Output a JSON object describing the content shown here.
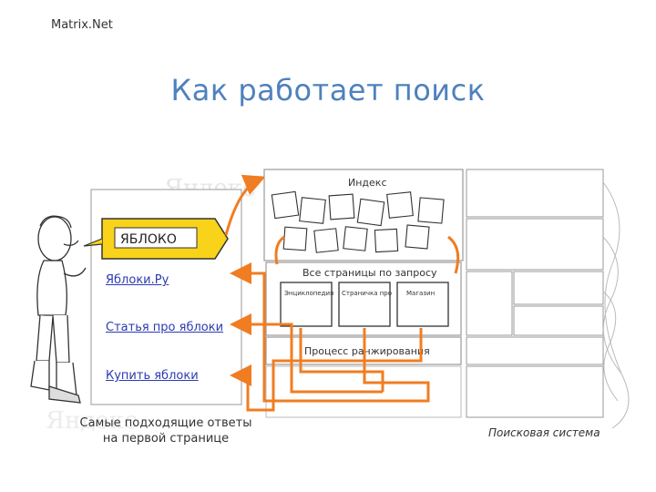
{
  "brand": "Matrix.Net",
  "title": "Как работает поиск",
  "query": "ЯБЛОКО",
  "results": [
    "Яблоки.Ру",
    "Статья про яблоки",
    "Купить яблоки"
  ],
  "results_caption_line1": "Самые подходящие ответы",
  "results_caption_line2": "на первой странице",
  "engine": {
    "index_label": "Индекс",
    "all_pages_label": "Все страницы по запросу",
    "ranking_label": "Процесс ранжирования",
    "system_label": "Поисковая система",
    "cards": [
      "Энциклопедия",
      "Страничка про",
      "Магазин"
    ]
  },
  "watermark": "Яндекс",
  "colors": {
    "title": "#4f81bd",
    "accent": "#f07d22",
    "highlight": "#f9d21a",
    "link": "#2b3bb0"
  }
}
